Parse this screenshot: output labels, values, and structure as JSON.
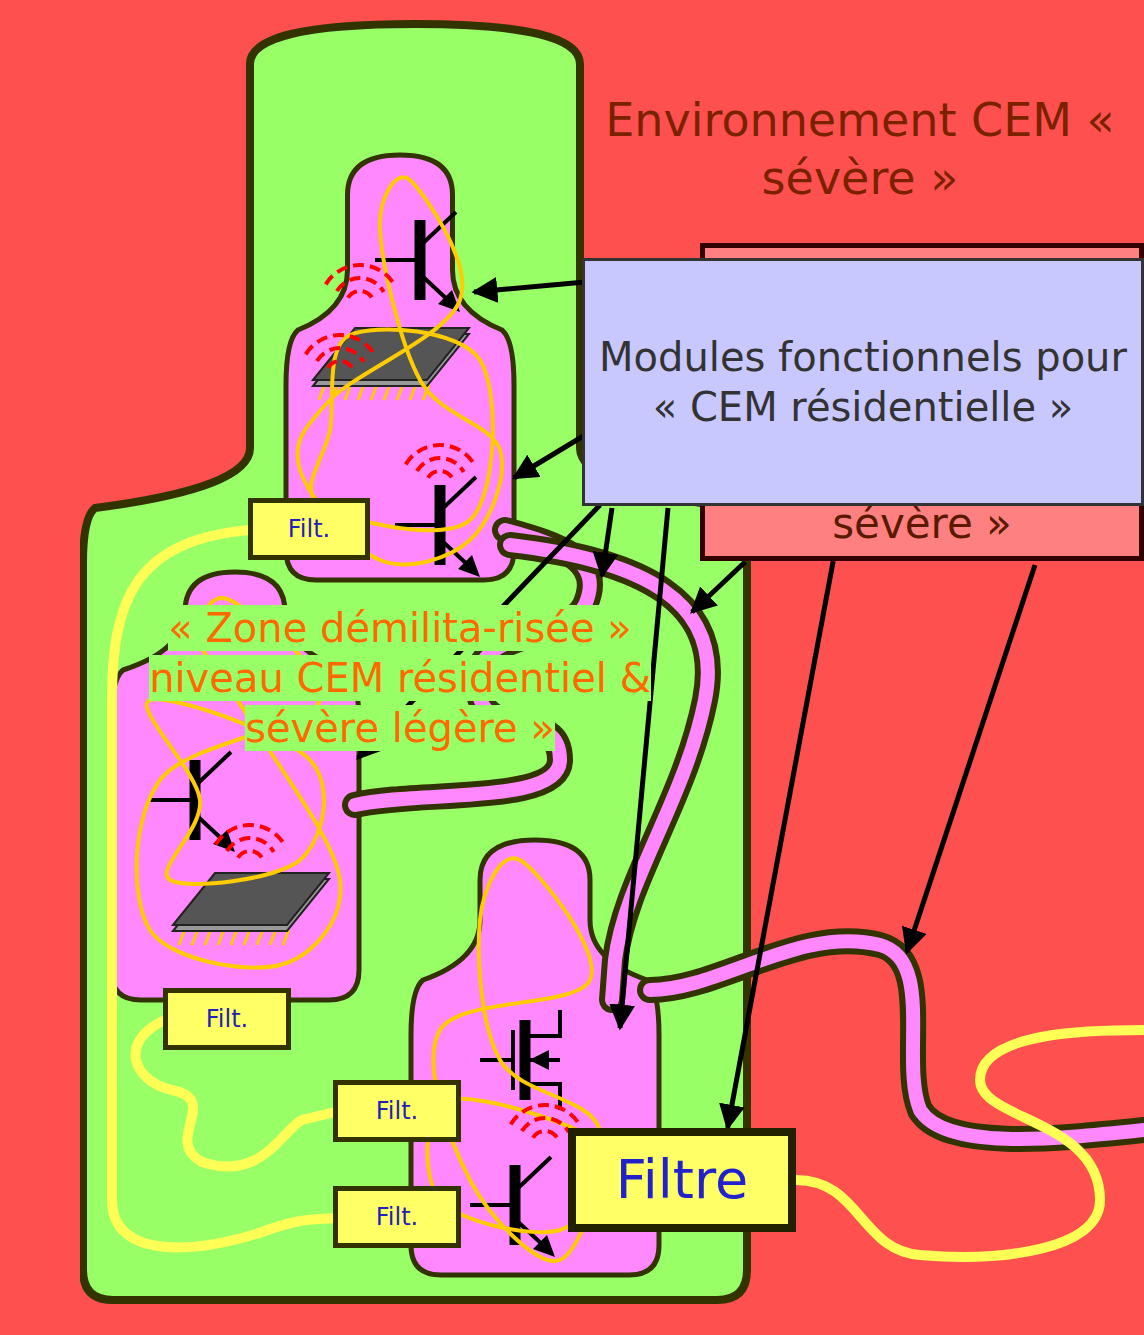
{
  "diagram": {
    "nodes": [
      {
        "text": [
          "Environnement CEM « sévère »"
        ]
      },
      {
        "text": [
          "sévère »"
        ],
        "in": 0
      },
      {
        "text": [
          "Modules fonctionnels pour « CEM résidentielle »"
        ],
        "in": 0
      },
      {
        "text": [
          "« Zone démilita-risée » niveau CEM résidentiel & sévère légère »"
        ],
        "in": 0
      },
      {
        "text": [
          "Filt."
        ],
        "in": 3
      },
      {
        "text": [
          "Filt."
        ],
        "in": 3
      },
      {
        "text": [
          "Filt."
        ],
        "in": 3
      },
      {
        "text": [
          "Filt."
        ],
        "in": 3
      },
      {
        "text": [
          "Filtre"
        ],
        "in": 0
      }
    ],
    "edges": [
      {
        "from": 1,
        "to": 8,
        "arrow": "to"
      }
    ]
  }
}
